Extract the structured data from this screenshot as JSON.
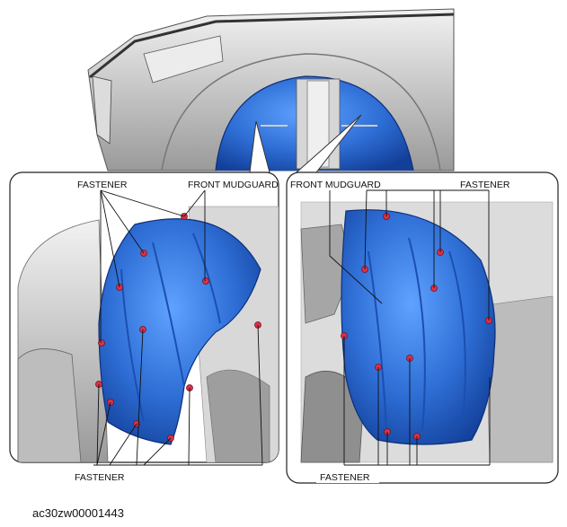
{
  "labels": {
    "left_top_fastener": "FASTENER",
    "left_top_mudguard": "FRONT MUDGUARD",
    "left_bottom_fastener": "FASTENER",
    "right_top_mudguard": "FRONT MUDGUARD",
    "right_top_fastener": "FASTENER",
    "right_bottom_fastener": "FASTENER"
  },
  "figure_id": "ac30zw00001443",
  "colors": {
    "mudguard_blue": "#2f6fd6",
    "fastener_red": "#d8324a",
    "car_grey": "#c9c9c9"
  }
}
